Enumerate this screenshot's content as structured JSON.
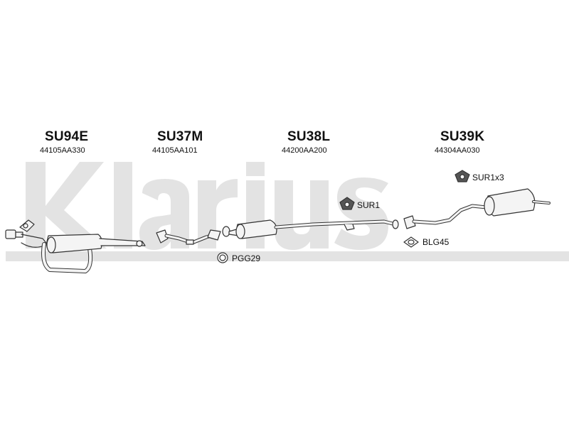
{
  "watermark": {
    "text": "Klarius",
    "color": "#e3e3e3"
  },
  "sections": [
    {
      "code": "SU94E",
      "ref": "44105AA330"
    },
    {
      "code": "SU37M",
      "ref": "44105AA101"
    },
    {
      "code": "SU38L",
      "ref": "44200AA200"
    },
    {
      "code": "SU39K",
      "ref": "44304AA030"
    }
  ],
  "accessories": [
    {
      "label": "SUR1x3",
      "icon": "rubber-hanger-icon"
    },
    {
      "label": "SUR1",
      "icon": "rubber-hanger-icon"
    },
    {
      "label": "BLG45",
      "icon": "flange-gasket-icon"
    },
    {
      "label": "PGG29",
      "icon": "pipe-gasket-ring-icon"
    }
  ],
  "colors": {
    "line": "#333333",
    "part_fill": "#f4f4f4",
    "text": "#111111"
  }
}
